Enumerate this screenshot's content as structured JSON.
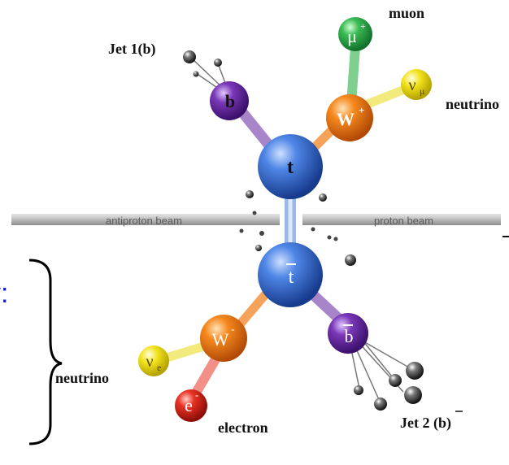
{
  "colors": {
    "top": "#2f64c8",
    "bottom_quark": "#6a2aa0",
    "w_boson": "#f07a1c",
    "muon": "#2fa84a",
    "neutrino": "#ecdc1a",
    "electron": "#e0261e",
    "beam": "#bdbdbd",
    "bracket": "#000000",
    "cut_text": "#1a1acc"
  },
  "labels": {
    "muon": "muon",
    "neutrino_upper": "neutrino",
    "neutrino_lower": "neutrino",
    "jet1": "Jet 1(b)",
    "jet2": "Jet 2 (",
    "jet2_bbar": "b",
    "jet2_close": ")",
    "electron": "electron",
    "antiproton_beam": "antiproton beam",
    "proton_beam": "proton beam",
    "cut_off_left": "y:"
  },
  "particles": {
    "t": "t",
    "tbar": "t",
    "b": "b",
    "bbar": "b",
    "w_plus": "W",
    "w_plus_sup": "+",
    "w_minus": "W",
    "w_minus_sup": "-",
    "mu": "μ",
    "mu_sup": "+",
    "nu_mu": "ν",
    "nu_mu_sub": "μ",
    "nu_e": "ν",
    "nu_e_sub": "e",
    "e": "e",
    "e_sup": "-"
  }
}
